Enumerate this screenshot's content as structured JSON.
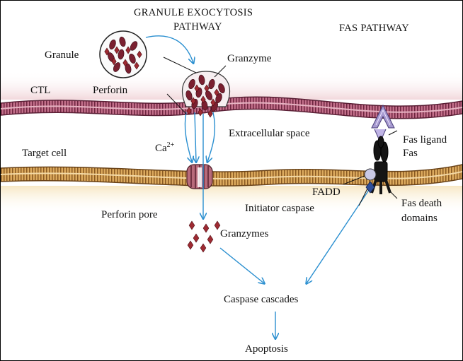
{
  "titles": {
    "granule_pathway_line1": "GRANULE EXOCYTOSIS",
    "granule_pathway_line2": "PATHWAY",
    "fas_pathway": "FAS PATHWAY"
  },
  "labels": {
    "granule": "Granule",
    "granzyme": "Granzyme",
    "ctl": "CTL",
    "perforin": "Perforin",
    "calcium": "Ca",
    "calcium_charge": "2+",
    "extracellular_space": "Extracellular space",
    "target_cell": "Target cell",
    "fas_ligand": "Fas ligand",
    "fas": "Fas",
    "fadd": "FADD",
    "initiator_caspase": "Initiator caspase",
    "fas_death_domains_line1": "Fas death",
    "fas_death_domains_line2": "domains",
    "perforin_pore": "Perforin pore",
    "granzymes": "Granzymes",
    "caspase_cascades": "Caspase cascades",
    "apoptosis": "Apoptosis"
  },
  "colors": {
    "ctl_membrane": "#a64d6a",
    "target_membrane": "#c8964a",
    "granzyme_diamond": "#9e2a32",
    "perforin_bean": "#7a2030",
    "arrow": "#2a8fd0",
    "fas_ligand": "#a79ad0",
    "fas_receptor": "#151515",
    "fadd": "#c9c9e6",
    "initiator_caspase": "#2f4f9a"
  }
}
